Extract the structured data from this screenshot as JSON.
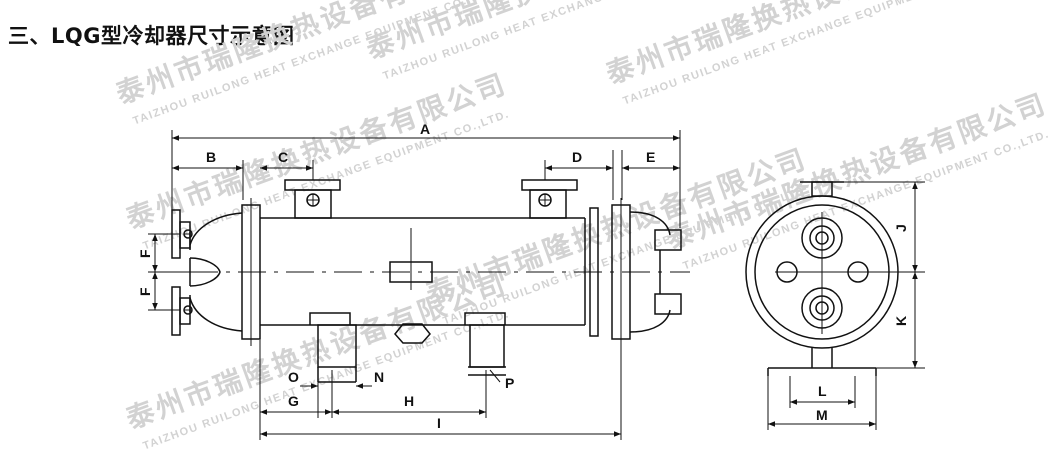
{
  "title": "三、LQG型冷却器尺寸示意图",
  "watermark": {
    "cn": "泰州市瑞隆换热设备有限公司",
    "en": "TAIZHOU RUILONG HEAT EXCHANGE EQUIPMENT CO.,LTD."
  },
  "dimensions": {
    "A": "A",
    "B": "B",
    "C": "C",
    "D": "D",
    "E": "E",
    "F1": "F",
    "F2": "F",
    "G": "G",
    "H": "H",
    "I": "I",
    "J": "J",
    "K": "K",
    "L": "L",
    "M": "M",
    "N": "N",
    "O": "O",
    "P": "P"
  }
}
